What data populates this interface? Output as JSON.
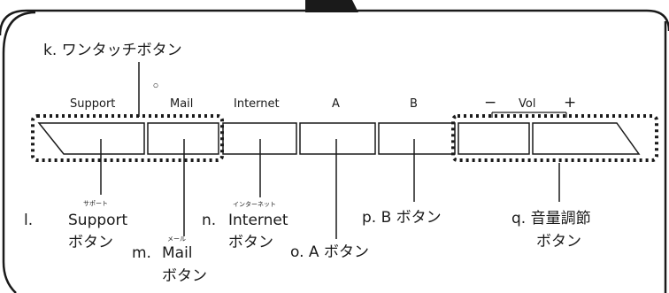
{
  "top_labels": {
    "support": "Support",
    "mail": "Mail",
    "internet": "Internet",
    "a": "A",
    "b": "B",
    "vol": "Vol",
    "minus": "−",
    "plus": "+"
  },
  "callouts": {
    "k": "k.  ワンタッチボタン",
    "l_prefix": "l.",
    "l_ruby": "サポート",
    "l_name": "Support",
    "l_suffix": "ボタン",
    "m_prefix": "m.",
    "m_ruby": "メール",
    "m_name": "Mail",
    "m_suffix": "ボタン",
    "n_prefix": "n.",
    "n_ruby": "インターネット",
    "n_name": "Internet",
    "n_suffix": "ボタン",
    "o": "o.  A ボタン",
    "p": "p.  B ボタン",
    "q_line1": "q.  音量調節",
    "q_line2": "ボタン"
  },
  "marker": "◦"
}
